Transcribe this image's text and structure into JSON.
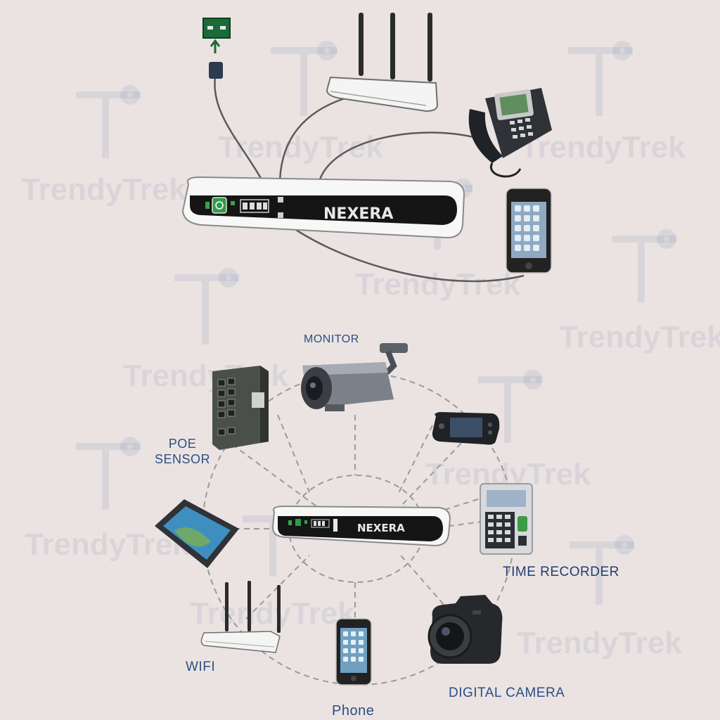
{
  "diagram": {
    "top_router_brand": "NEXERA",
    "center_router_brand": "NEXERA",
    "labels": {
      "monitor": "MONITOR",
      "poe_line1": "POE",
      "poe_line2": "SENSOR",
      "time_recorder": "TIME RECORDER",
      "wifi": "WIFI",
      "digital_camera": "DIGITAL CAMERA",
      "phone": "Phone"
    }
  },
  "watermark": {
    "text": "TrendyTrek"
  },
  "colors": {
    "background": "#ebe3e1",
    "label_blue": "#2a4f86",
    "router_body": "#f7f7f7",
    "router_panel": "#151515",
    "brand_red": "#c8102e",
    "dashed_line": "#9a9a9a"
  }
}
